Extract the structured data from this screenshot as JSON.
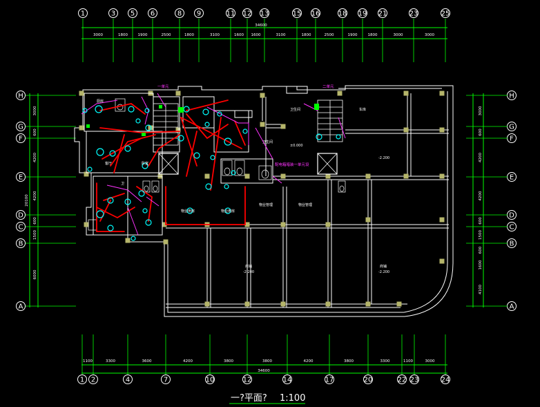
{
  "drawing": {
    "title": "一?平面?",
    "scale": "1:100",
    "top_axis_labels": [
      "1",
      "3",
      "5",
      "6",
      "8",
      "9",
      "11",
      "12",
      "13",
      "15",
      "16",
      "18",
      "19",
      "21",
      "23",
      "25"
    ],
    "top_dimensions": [
      "3000",
      "1800",
      "1900",
      "2500",
      "1800",
      "3100",
      "1600",
      "1600",
      "3100",
      "1800",
      "2500",
      "1900",
      "1800",
      "3000",
      "3000"
    ],
    "top_total": "34600",
    "bottom_axis_labels": [
      "1",
      "2",
      "4",
      "7",
      "10",
      "12",
      "14",
      "17",
      "20",
      "22",
      "23",
      "24"
    ],
    "bottom_dimensions": [
      "1100",
      "3300",
      "3600",
      "4200",
      "3800",
      "3800",
      "4200",
      "3800",
      "3300",
      "1100",
      "3000"
    ],
    "bottom_total": "34600",
    "left_row_labels": [
      "H",
      "G",
      "F",
      "E",
      "D",
      "C",
      "B",
      "A"
    ],
    "right_row_labels": [
      "H",
      "G",
      "F",
      "E",
      "D",
      "C",
      "B",
      "A"
    ],
    "left_dimensions": [
      "3000",
      "600",
      "4200",
      "4200",
      "600",
      "1500",
      "6000"
    ],
    "left_total": "20100",
    "right_dimensions": [
      "3000",
      "600",
      "4200",
      "4200",
      "600",
      "1500",
      "600",
      "1600",
      "4100"
    ],
    "rooms": {
      "unit_a": "一单元",
      "unit_b": "二单元",
      "elevation_1": "±0.000",
      "elevation_2": "-2.200",
      "elevation_3": "-2.200",
      "elevation_4": "-2.200",
      "note": "配电箱暗装一单元设",
      "bottom_label_a": "商铺",
      "bottom_label_b": "商铺",
      "shop_1": "物业用房",
      "shop_2": "物业用房",
      "shop_3": "物业管理",
      "shop_4": "物业管理",
      "store": "车库",
      "toilet_1": "卫生间",
      "toilet_2": "卫生间",
      "kitchen": "厨房",
      "living": "客厅",
      "bed": "卧室",
      "bath": "卫"
    }
  },
  "colors": {
    "background": "#000000",
    "wall": "#ffffff",
    "dim_line": "#00ff00",
    "axis": "#ffffff",
    "wiring": "#ff0000",
    "fixture": "#00ffff",
    "annotation": "#ff33ff",
    "column": "#b5b56a"
  }
}
